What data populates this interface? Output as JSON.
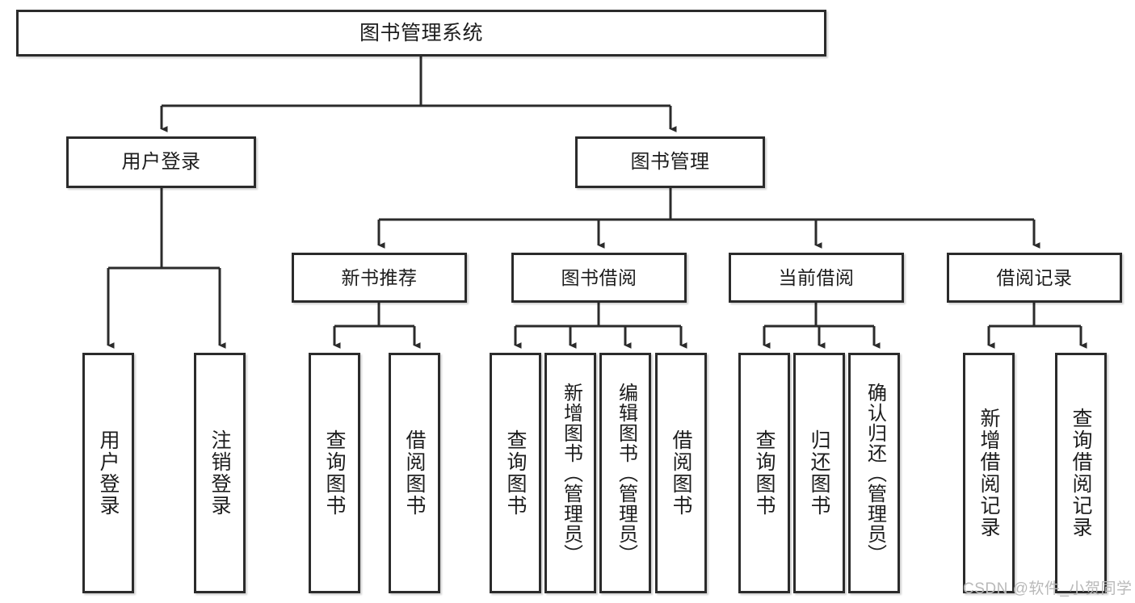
{
  "diagram": {
    "type": "hierarchy-tree",
    "title": "图书管理系统",
    "root": {
      "label": "图书管理系统"
    },
    "level2": [
      {
        "label": "用户登录"
      },
      {
        "label": "图书管理"
      }
    ],
    "level3": [
      {
        "label": "新书推荐"
      },
      {
        "label": "图书借阅"
      },
      {
        "label": "当前借阅"
      },
      {
        "label": "借阅记录"
      }
    ],
    "leaves": {
      "user_login": [
        {
          "label": "用户登录"
        },
        {
          "label": "注销登录"
        }
      ],
      "new_book_recommend": [
        {
          "label": "查询图书"
        },
        {
          "label": "借阅图书"
        }
      ],
      "book_borrow": [
        {
          "label": "查询图书"
        },
        {
          "label": "新增图书（管理员）"
        },
        {
          "label": "编辑图书（管理员）"
        },
        {
          "label": "借阅图书"
        }
      ],
      "current_borrow": [
        {
          "label": "查询图书"
        },
        {
          "label": "归还图书"
        },
        {
          "label": "确认归还（管理员）"
        }
      ],
      "borrow_record": [
        {
          "label": "新增借阅记录"
        },
        {
          "label": "查询借阅记录"
        }
      ]
    }
  },
  "watermark": {
    "text": "CSDN @软件_小贺同学"
  },
  "colors": {
    "stroke": "#2b2b2b",
    "box_fill": "#ffffff",
    "text": "#1d1d1d",
    "watermark": "#b9b9b9",
    "background": "#ffffff"
  }
}
